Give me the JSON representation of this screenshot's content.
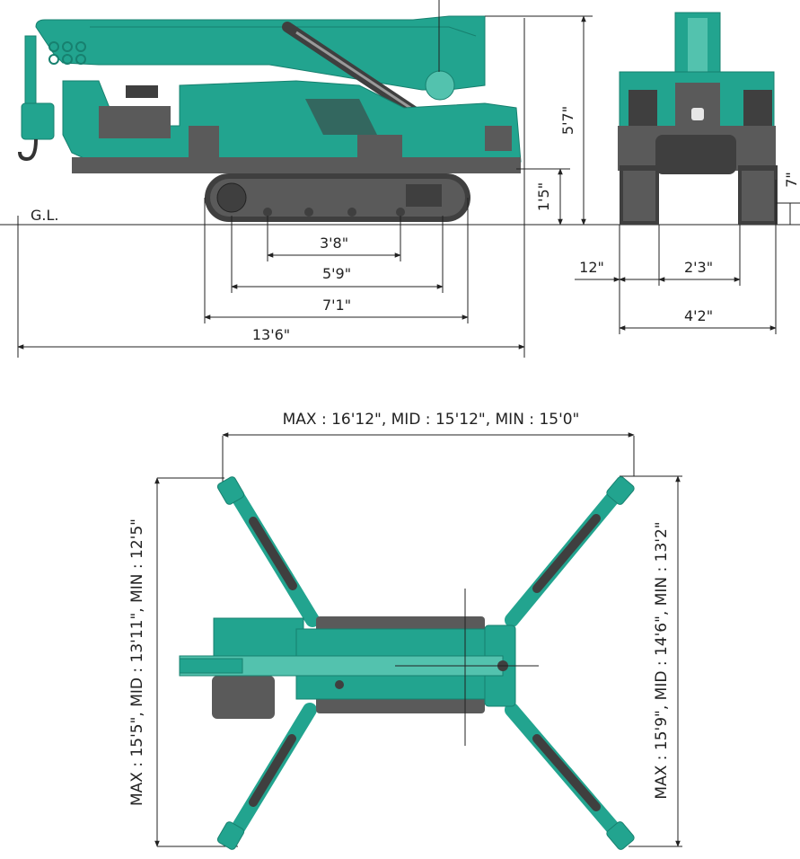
{
  "colors": {
    "teal": "#22a48f",
    "teal_dark": "#17806f",
    "teal_light": "#53c2ae",
    "grey": "#5a5a5a",
    "grey_dark": "#3f3f3f",
    "grey_light": "#9a9a9a",
    "line": "#222222"
  },
  "labels": {
    "ground_level": "G.L."
  },
  "side_view": {
    "dim_1": "3'8\"",
    "dim_2": "5'9\"",
    "dim_3": "7'1\"",
    "dim_4": "13'6\"",
    "height_total": "5'7\"",
    "height_ground": "1'5\""
  },
  "front_view": {
    "dim_offset": "12\"",
    "dim_inner": "2'3\"",
    "dim_width": "4'2\"",
    "height_small": "7\""
  },
  "top_view": {
    "span_top": "MAX : 16'12\",  MID : 15'12\",  MIN : 15'0\"",
    "span_left": "MAX : 15'5\",  MID : 13'11\",  MIN : 12'5\"",
    "span_right": "MAX : 15'9\",  MID : 14'6\",  MIN : 13'2\""
  }
}
